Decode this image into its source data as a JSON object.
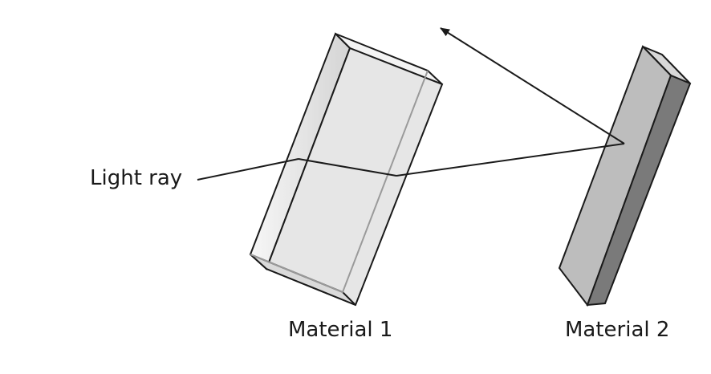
{
  "labels": {
    "light_ray": "Light ray",
    "material_1": "Material 1",
    "material_2": "Material 2"
  },
  "colors": {
    "outline": "#1a1a1a",
    "material_1_face": "#e4e4e4",
    "material_1_side": "#f2f2f2",
    "material_1_inner_edge": "#9a9a9a",
    "material_2_front": "#bdbdbd",
    "material_2_side": "#7a7a7a",
    "material_2_top": "#d8d8d8",
    "ray": "#1a1a1a"
  }
}
